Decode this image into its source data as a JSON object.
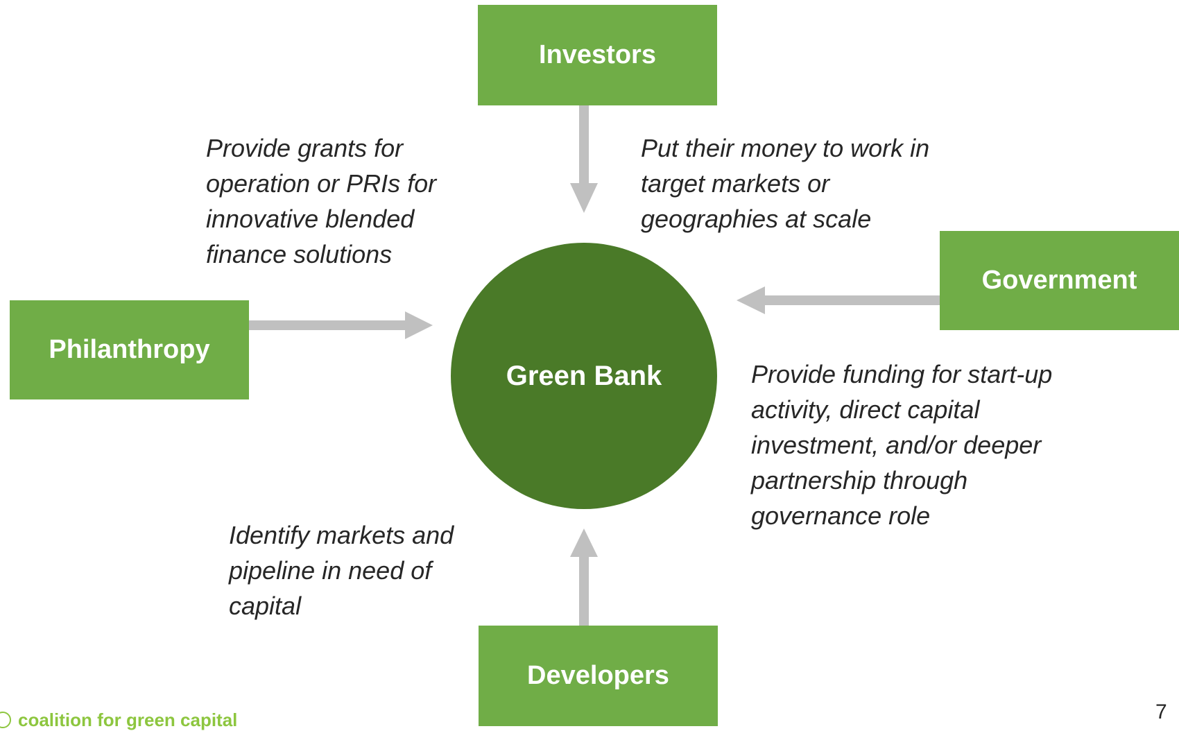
{
  "center": {
    "label": "Green Bank"
  },
  "stakeholders": {
    "investors": {
      "label": "Investors",
      "description": [
        "Put their money to work in",
        "target markets or",
        "geographies at scale"
      ]
    },
    "government": {
      "label": "Government",
      "description": [
        "Provide funding for start-up",
        "activity, direct capital",
        "investment, and/or deeper",
        "partnership through",
        "governance role"
      ]
    },
    "philanthropy": {
      "label": "Philanthropy",
      "description": [
        "Provide grants for",
        "operation or PRIs for",
        "innovative blended",
        "finance solutions"
      ]
    },
    "developers": {
      "label": "Developers",
      "description": [
        "Identify markets and",
        "pipeline in need of",
        "capital"
      ]
    }
  },
  "footer": {
    "logo_text": "coalition for green capital",
    "page_number": "7"
  },
  "colors": {
    "box": "#70ad47",
    "center": "#4a7a28",
    "arrow": "#c0c0c0",
    "logo": "#8dc63f"
  }
}
